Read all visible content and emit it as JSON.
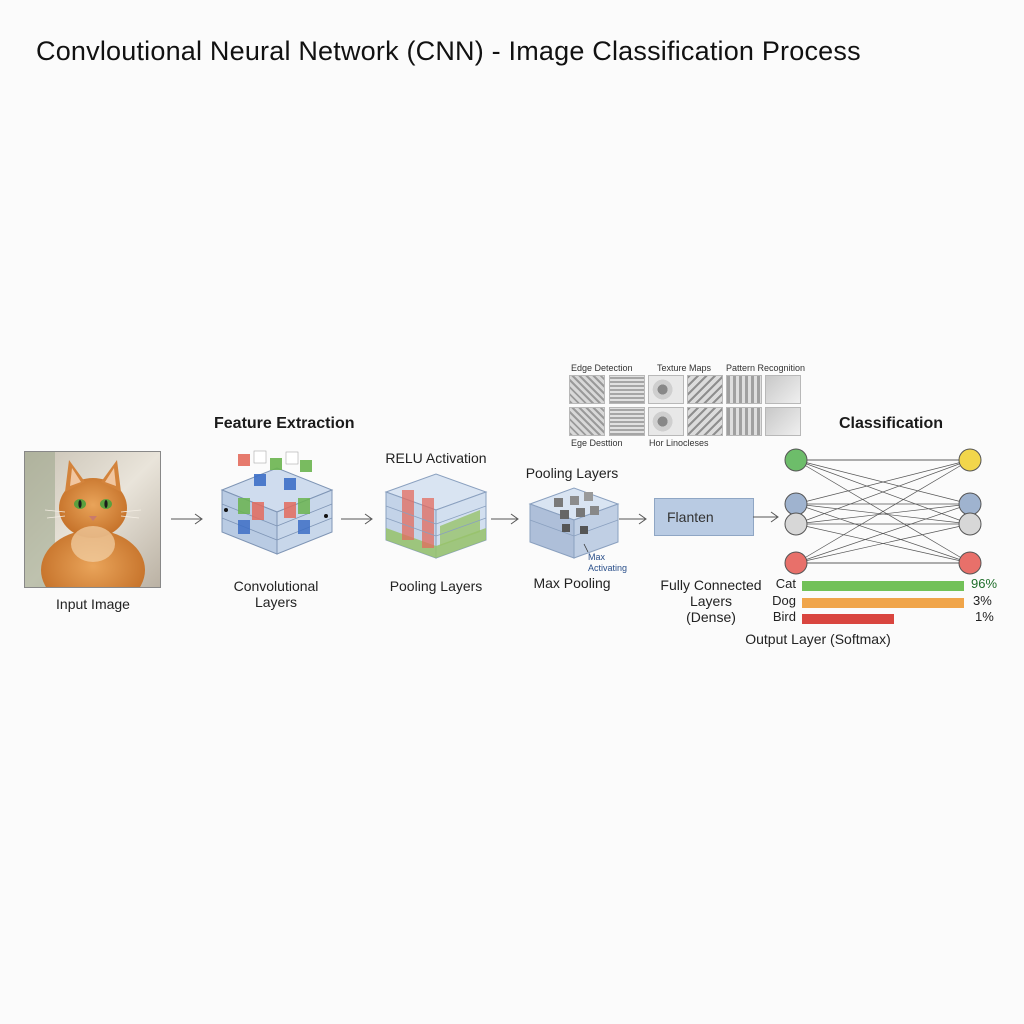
{
  "title": "Convloutional Neural Network (CNN) - Image Classification Process",
  "sections": {
    "feature_extraction": "Feature Extraction",
    "classification": "Classification"
  },
  "input": {
    "label": "Input Image",
    "image_icon": "cat-photo"
  },
  "stages": {
    "conv_label": "Convolutional\nLayers",
    "relu_title": "RELU Activation",
    "relu_label": "Pooling Layers",
    "pool_title": "Pooling Layers",
    "pool_label": "Max Pooling",
    "pool_note": "Max\nActivating",
    "flatten": "Flanten"
  },
  "feature_maps": {
    "top_labels": [
      "Edge Detection",
      "Texture Maps",
      "Pattern Recognition"
    ],
    "bottom_labels": [
      "Ege Desttion",
      "Hor Linocleses"
    ]
  },
  "dense": {
    "label": "Fully Connected\nLayers\n(Dense)",
    "output_label": "Output Layer (Softmax)",
    "node_colors": {
      "green": "#6dbd6a",
      "yellow": "#f2d64b",
      "blue": "#9fb3cf",
      "gray": "#d7d7d7",
      "red": "#e8706a"
    }
  },
  "chart_data": {
    "type": "bar",
    "categories": [
      "Cat",
      "Dog",
      "Bird"
    ],
    "values": [
      96,
      3,
      1
    ],
    "value_labels": [
      "96%",
      "3%",
      "1%"
    ],
    "colors": [
      "#72c158",
      "#f0a54a",
      "#d9453f"
    ]
  }
}
